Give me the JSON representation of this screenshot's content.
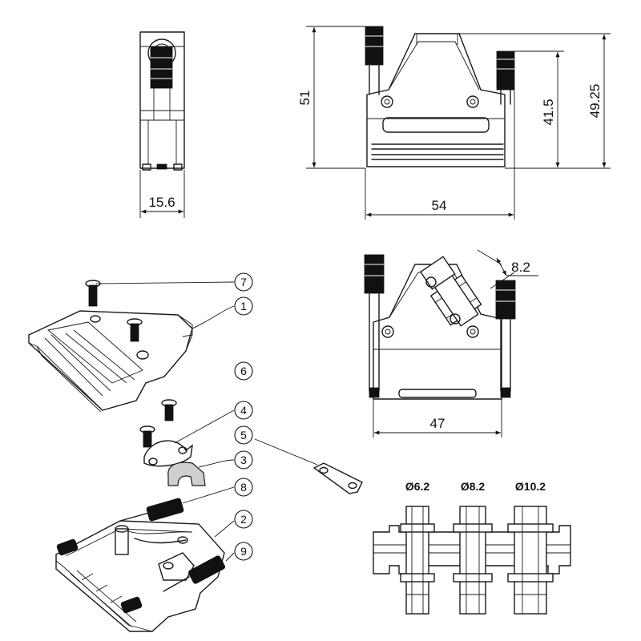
{
  "dimensions": {
    "side_width": "15.6",
    "front_height_total": "51",
    "front_height_screw": "41.5",
    "front_height_body": "49.25",
    "front_width": "54",
    "angled_offset": "8.2",
    "back_width": "47"
  },
  "part_callouts": [
    "1",
    "2",
    "3",
    "4",
    "5",
    "6",
    "7",
    "8",
    "9"
  ],
  "cable_diameters": [
    "Ø6.2",
    "Ø8.2",
    "Ø10.2"
  ]
}
